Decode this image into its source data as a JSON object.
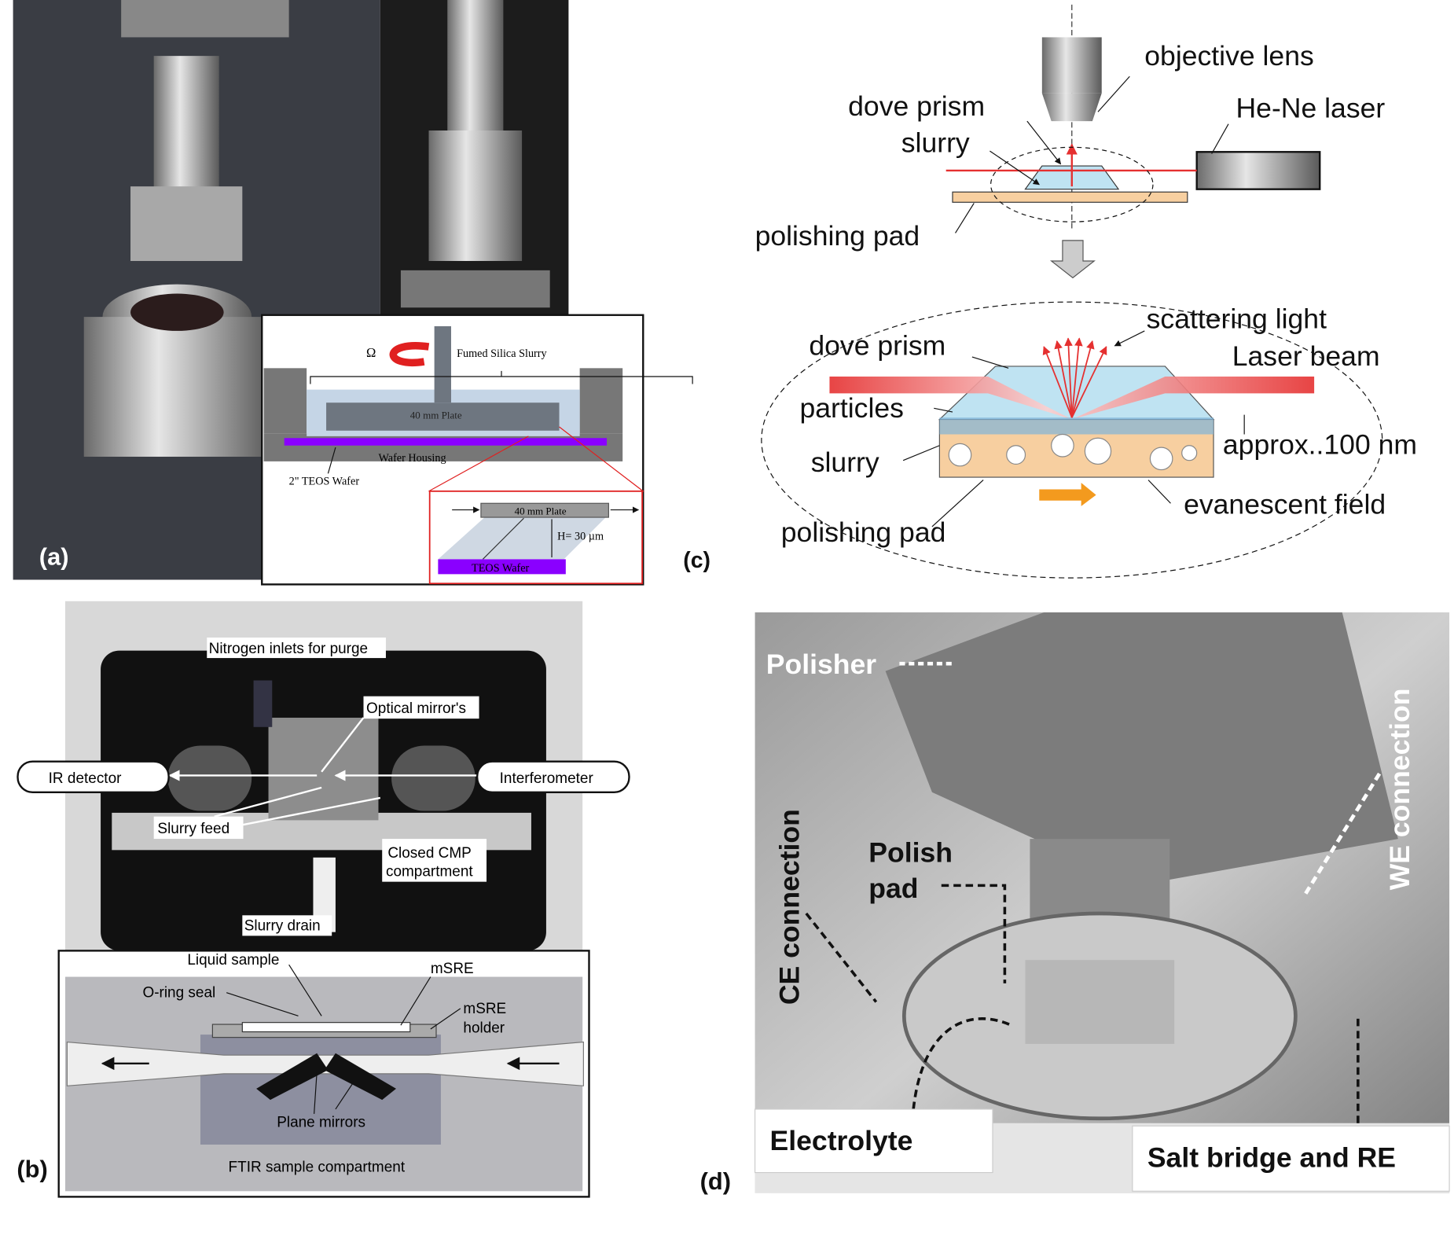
{
  "panel_a": {
    "label": "(a)",
    "inset": {
      "omega": "Ω",
      "slurry": "Fumed Silica Slurry",
      "plate": "40 mm Plate",
      "housing": "Wafer Housing",
      "wafer": "2\" TEOS Wafer",
      "detail_plate": "40 mm Plate",
      "gap": "H= 30 µm",
      "detail_wafer": "TEOS Wafer"
    }
  },
  "panel_b": {
    "label": "(b)",
    "callouts": {
      "nitrogen": "Nitrogen inlets for purge",
      "mirrors": "Optical mirror's",
      "ir": "IR detector",
      "interferometer": "Interferometer",
      "slurry_feed": "Slurry feed",
      "closed_1": "Closed CMP",
      "closed_2": "compartment",
      "drain": "Slurry drain"
    },
    "inset": {
      "liquid": "Liquid sample",
      "msre": "mSRE",
      "oring": "O-ring seal",
      "holder_1": "mSRE",
      "holder_2": "holder",
      "plane": "Plane mirrors",
      "ftir": "FTIR sample compartment"
    }
  },
  "panel_c": {
    "label": "(c)",
    "top": {
      "objective": "objective lens",
      "dove": "dove prism",
      "slurry": "slurry",
      "laser": "He-Ne laser",
      "pad": "polishing pad"
    },
    "bottom": {
      "scattering": "scattering light",
      "dove": "dove prism",
      "laser_beam": "Laser beam",
      "particles": "particles",
      "slurry": "slurry",
      "approx": "approx..100 nm",
      "evanescent": "evanescent field",
      "pad": "polishing pad"
    }
  },
  "panel_d": {
    "label": "(d)",
    "polisher": "Polisher",
    "polish_pad_1": "Polish",
    "polish_pad_2": "pad",
    "ce": "CE connection",
    "we": "WE connection",
    "electrolyte": "Electrolyte",
    "salt": "Salt bridge and RE"
  },
  "colors": {
    "laser_red": "#e53030",
    "wafer_purple": "#8a00ff",
    "prism_blue": "#bfe3f2",
    "pad_orange": "#f7cfa0",
    "arrow_orange": "#f39a1e"
  }
}
